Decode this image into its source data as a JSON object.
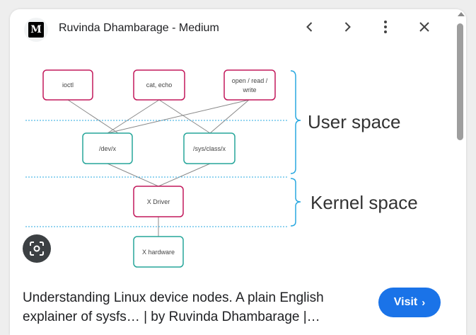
{
  "header": {
    "logo_text": "M",
    "site_name": "Ruvinda Dhambarage - Medium",
    "back_icon": "chevron-left-icon",
    "forward_icon": "chevron-right-icon",
    "more_icon": "more-vert-icon",
    "close_icon": "close-icon"
  },
  "diagram": {
    "boxes": {
      "ioctl": "ioctl",
      "cat_echo": "cat, echo",
      "open_read_line1": "open / read /",
      "open_read_line2": "write",
      "dev_x": "/dev/x",
      "sys_class_x": "/sys/class/x",
      "x_driver": "X Driver",
      "x_hardware": "X hardware"
    },
    "user_space_label": "User space",
    "kernel_space_label": "Kernel space",
    "colors": {
      "user_box": "#c2185b",
      "node_box": "#26a69a",
      "brace": "#29a8e0"
    }
  },
  "lens_icon": "lens-search-icon",
  "caption": {
    "line1": "Understanding Linux device nodes. A plain English",
    "line2": "explainer of sysfs… | by Ruvinda Dhambarage |…"
  },
  "visit_button": {
    "label": "Visit",
    "color": "#1a73e8"
  }
}
